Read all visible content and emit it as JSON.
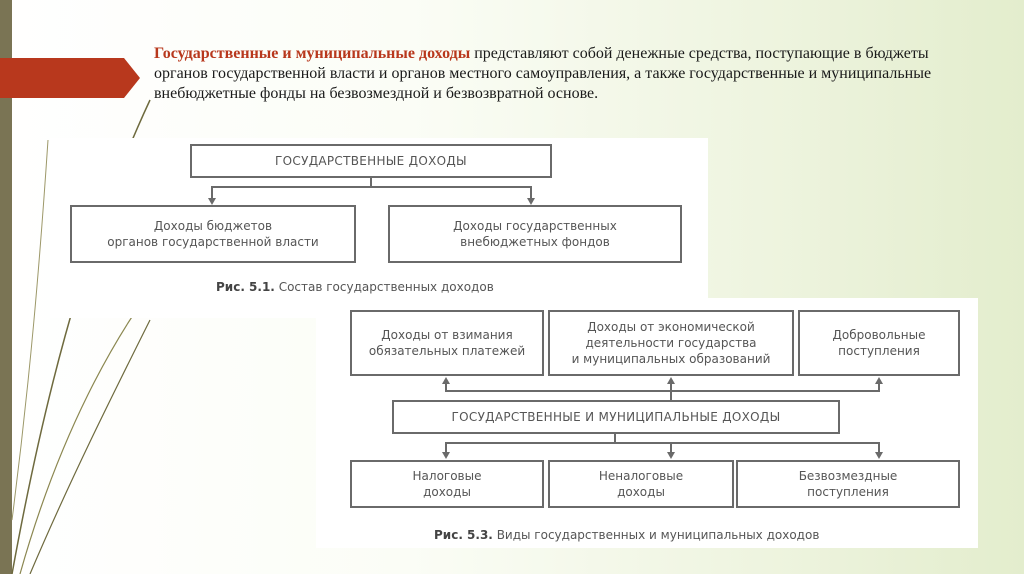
{
  "intro": {
    "term": "Государственные и муниципальные доходы",
    "text": " представляют собой денежные средства, поступающие в бюджеты органов государственной власти и органов местного самоуправления, а также государственные и муниципальные внебюджетные фонды на безвозмездной и безвозвратной основе."
  },
  "figure1": {
    "top_box": "ГОСУДАРСТВЕННЫЕ ДОХОДЫ",
    "left_box": "Доходы бюджетов\nорганов государственной власти",
    "right_box": "Доходы государственных\nвнебюджетных фондов",
    "caption_label": "Рис. 5.1.",
    "caption_text": " Состав государственных доходов"
  },
  "figure2": {
    "top_boxes": [
      "Доходы от взимания\nобязательных платежей",
      "Доходы от экономической\nдеятельности государства\nи муниципальных образований",
      "Добровольные\nпоступления"
    ],
    "center_box": "ГОСУДАРСТВЕННЫЕ И МУНИЦИПАЛЬНЫЕ ДОХОДЫ",
    "bottom_boxes": [
      "Налоговые\nдоходы",
      "Неналоговые\nдоходы",
      "Безвозмездные\nпоступления"
    ],
    "caption_label": "Рис. 5.3.",
    "caption_text": " Виды государственных и муниципальных доходов"
  },
  "colors": {
    "accent": "#b8381d",
    "left_bar": "#7a7454",
    "box_border": "#6a6a6a"
  }
}
